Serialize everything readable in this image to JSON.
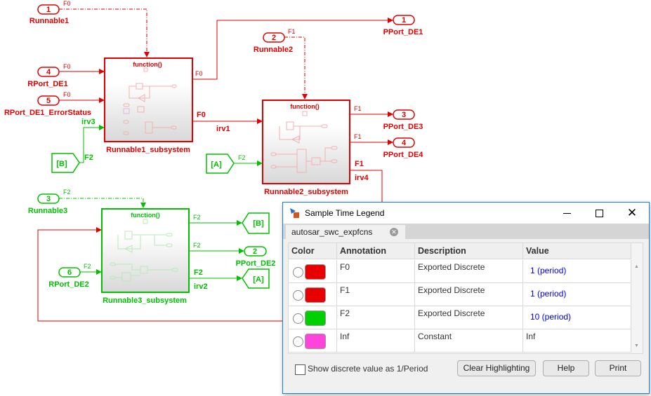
{
  "diagram": {
    "inports": [
      {
        "num": "1",
        "name": "Runnable1",
        "rate": "F0"
      },
      {
        "num": "4",
        "name": "RPort_DE1",
        "rate": "F0"
      },
      {
        "num": "5",
        "name": "RPort_DE1_ErrorStatus",
        "rate": "F0"
      },
      {
        "num": "2",
        "name": "Runnable2",
        "rate": "F1"
      },
      {
        "num": "3",
        "name": "Runnable3",
        "rate": "F2"
      },
      {
        "num": "6",
        "name": "RPort_DE2",
        "rate": "F2"
      }
    ],
    "outports": [
      {
        "num": "1",
        "name": "PPort_DE1",
        "rate": "F0"
      },
      {
        "num": "3",
        "name": "PPort_DE3",
        "rate": "F1"
      },
      {
        "num": "4",
        "name": "PPort_DE4",
        "rate": "F1"
      },
      {
        "num": "2",
        "name": "PPort_DE2",
        "rate": "F2"
      }
    ],
    "subsystems": [
      {
        "name": "Runnable1_subsystem",
        "trigger": "function()"
      },
      {
        "name": "Runnable2_subsystem",
        "trigger": "function()"
      },
      {
        "name": "Runnable3_subsystem",
        "trigger": "function()"
      }
    ],
    "tags": {
      "from_b": "[B]",
      "from_a": "[A]",
      "goto_b": "[B]",
      "goto_a": "[A]"
    },
    "signals": {
      "irv1": "irv1",
      "irv1_rate": "F0",
      "irv2": "irv2",
      "irv2_rate": "F2",
      "irv3": "irv3",
      "irv3_rate": "F2",
      "irv4": "irv4",
      "irv4_rate": "F1",
      "fromA_rate": "F2",
      "r1_out_rate": "F0",
      "r3_outB_rate": "F2",
      "r3_outP_rate": "F2"
    },
    "colors": {
      "F0": "#e00000",
      "F1": "#e00000",
      "F2": "#00c000"
    }
  },
  "dialog": {
    "title": "Sample Time Legend",
    "tab": "autosar_swc_expfcns",
    "columns": [
      "Color",
      "Annotation",
      "Description",
      "Value"
    ],
    "rows": [
      {
        "color": "#e80000",
        "annotation": "F0",
        "description": "Exported Discrete",
        "value": "1  (period)"
      },
      {
        "color": "#e80000",
        "annotation": "F1",
        "description": "Exported Discrete",
        "value": "1  (period)"
      },
      {
        "color": "#00d000",
        "annotation": "F2",
        "description": "Exported Discrete",
        "value": "10  (period)"
      },
      {
        "color": "#ff44dd",
        "annotation": "Inf",
        "description": "Constant",
        "value": "Inf"
      }
    ],
    "checkbox_label": "Show discrete value as 1/Period",
    "buttons": {
      "clear": "Clear Highlighting",
      "help": "Help",
      "print": "Print"
    }
  }
}
